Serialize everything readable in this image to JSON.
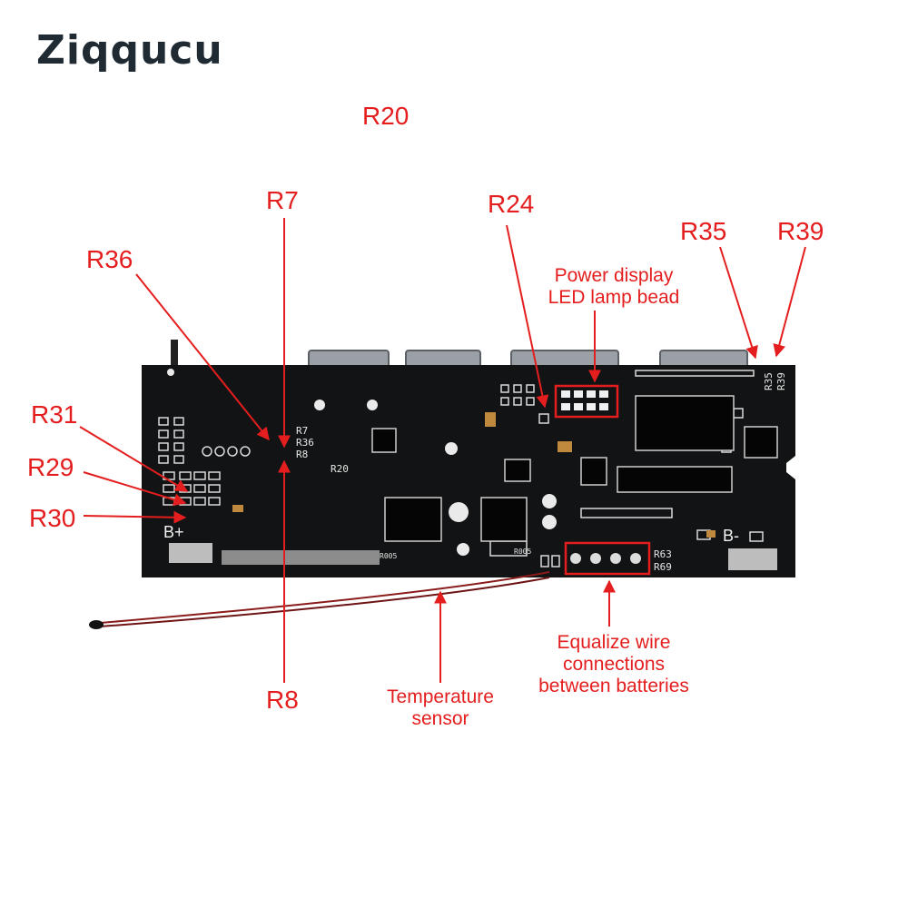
{
  "brand": {
    "name": "Ziqqucu",
    "accent_color": "#2f9b8f"
  },
  "callouts": {
    "r20_top": "R20",
    "r7": "R7",
    "r24": "R24",
    "r35": "R35",
    "r39": "R39",
    "r36": "R36",
    "r31": "R31",
    "r29": "R29",
    "r30": "R30",
    "r8": "R8"
  },
  "notes": {
    "power_display_line1": "Power display",
    "power_display_line2": "LED lamp bead",
    "equalize_line1": "Equalize wire",
    "equalize_line2": "connections",
    "equalize_line3": "between batteries",
    "temperature_line1": "Temperature",
    "temperature_line2": "sensor"
  },
  "board_silkscreen": {
    "r7": "R7",
    "r36": "R36",
    "r8": "R8",
    "r20": "R20",
    "b_plus": "B+",
    "b_minus": "B-",
    "r35": "R35",
    "r39": "R39",
    "r63": "R63",
    "r69": "R69",
    "r005_left": "R005",
    "r005_right": "R005"
  },
  "colors": {
    "label_red": "#e41e1e",
    "board": "#121314"
  }
}
